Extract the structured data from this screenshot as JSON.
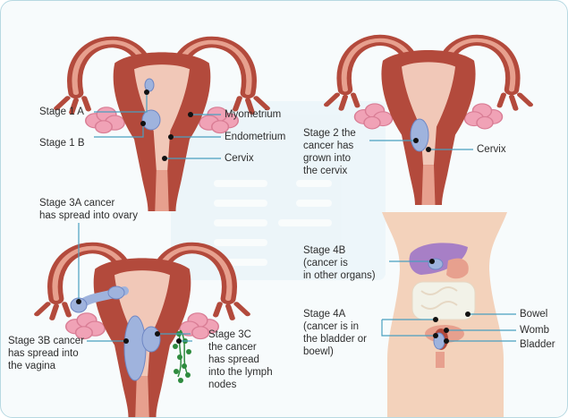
{
  "colors": {
    "muscle": "#b34a3c",
    "muscle_light": "#e7a08e",
    "tissue": "#f1c8b8",
    "ovary": "#f0a2b6",
    "tumor": "#9fb3dd",
    "tumor_edge": "#6f87c4",
    "leader": "#4a9fc0",
    "dot": "#111111",
    "body": "#f3d2bb",
    "liver": "#a77fc6",
    "bowel": "#f2f2e8",
    "lymph": "#2e8b3e"
  },
  "panel_a": {
    "stage1a": "Stage 1 A",
    "stage1b": "Stage 1 B",
    "myometrium": "Myometrium",
    "endometrium": "Endometrium",
    "cervix": "Cervix"
  },
  "panel_b": {
    "stage2": "Stage 2 the\ncancer has\ngrown into\nthe cervix",
    "cervix": "Cervix"
  },
  "panel_c": {
    "stage3a": "Stage 3A cancer\nhas spread into ovary",
    "stage3b": "Stage 3B cancer\nhas spread into\nthe vagina",
    "stage3c": "Stage 3C\nthe cancer\nhas spread\ninto the lymph\nnodes"
  },
  "panel_d": {
    "stage4b": "Stage 4B\n(cancer is\nin other organs)",
    "stage4a": "Stage 4A\n(cancer is in\nthe bladder or\nboewl)",
    "bowel": "Bowel",
    "womb": "Womb",
    "bladder": "Bladder"
  }
}
